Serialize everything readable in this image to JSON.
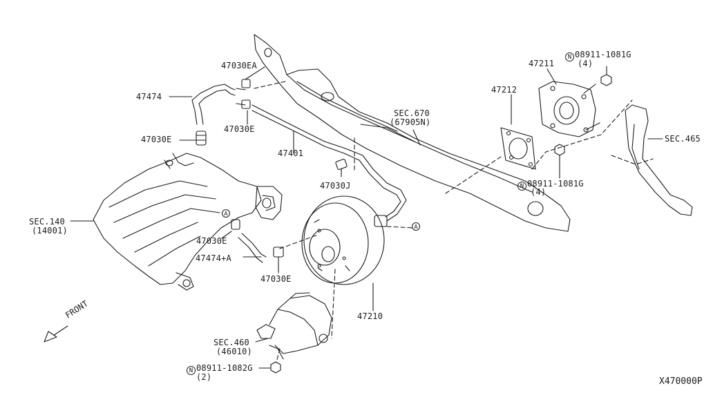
{
  "labels": {
    "p47030ea": "47030EA",
    "p47474": "47474",
    "p47030e_a": "47030E",
    "p47030e_b": "47030E",
    "p47401": "47401",
    "sec670": "SEC.670",
    "sec670_sub": "(67905N)",
    "p47212": "47212",
    "p47211": "47211",
    "nut_top_part": "08911-1081G",
    "nut_top_qty": "(4)",
    "sec465": "SEC.465",
    "nut_mid_part": "08911-1081G",
    "nut_mid_qty": "(4)",
    "p47030j": "47030J",
    "sec140": "SEC.140",
    "sec140_sub": "(14001)",
    "p47030e_c": "47030E",
    "p47474a": "47474+A",
    "p47030e_d": "47030E",
    "p47210": "47210",
    "sec460": "SEC.460",
    "sec460_sub": "(46010)",
    "nut_bot_part": "08911-1082G",
    "nut_bot_qty": "(2)",
    "front": "FRONT",
    "diagram_code": "X470000P"
  },
  "symbols": {
    "n": "N",
    "a": "A"
  },
  "colors": {
    "line": "#1a1a1a",
    "background": "#ffffff"
  }
}
